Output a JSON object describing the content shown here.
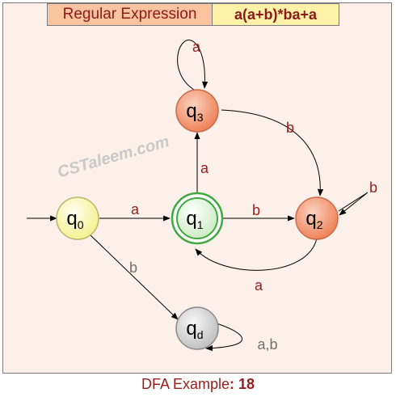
{
  "header": {
    "label": "Regular Expression",
    "value": "a(a+b)*ba+a"
  },
  "watermark": "CSTaleem.com",
  "caption": {
    "prefix": "DFA Example",
    "colon": ":",
    "number": "18"
  },
  "states": [
    {
      "id": "q0",
      "base": "q",
      "sub": "0",
      "fill": "#ffffb3",
      "stroke": "#b8b86a",
      "start": true,
      "accepting": false
    },
    {
      "id": "q1",
      "base": "q",
      "sub": "1",
      "fill": "#dff5d6",
      "stroke": "#3fa83f",
      "start": false,
      "accepting": true
    },
    {
      "id": "q2",
      "base": "q",
      "sub": "2",
      "fill": "#f3906a",
      "stroke": "#c96a4a",
      "start": false,
      "accepting": false
    },
    {
      "id": "q3",
      "base": "q",
      "sub": "3",
      "fill": "#f3906a",
      "stroke": "#c96a4a",
      "start": false,
      "accepting": false
    },
    {
      "id": "qd",
      "base": "q",
      "sub": "d",
      "fill": "#d4d4d4",
      "stroke": "#8a8a8a",
      "start": false,
      "accepting": false
    }
  ],
  "transitions": [
    {
      "from": "q0",
      "to": "q1",
      "label": "a"
    },
    {
      "from": "q0",
      "to": "qd",
      "label": "b"
    },
    {
      "from": "q1",
      "to": "q3",
      "label": "a"
    },
    {
      "from": "q1",
      "to": "q2",
      "label": "b"
    },
    {
      "from": "q3",
      "to": "q3",
      "label": "a"
    },
    {
      "from": "q3",
      "to": "q2",
      "label": "b"
    },
    {
      "from": "q2",
      "to": "q2",
      "label": "b"
    },
    {
      "from": "q2",
      "to": "q1",
      "label": "a"
    },
    {
      "from": "qd",
      "to": "qd",
      "label": "a,b"
    }
  ],
  "colors": {
    "label": "#9b1c1c",
    "dead_label": "#707070",
    "background": "#fbf1ea"
  }
}
